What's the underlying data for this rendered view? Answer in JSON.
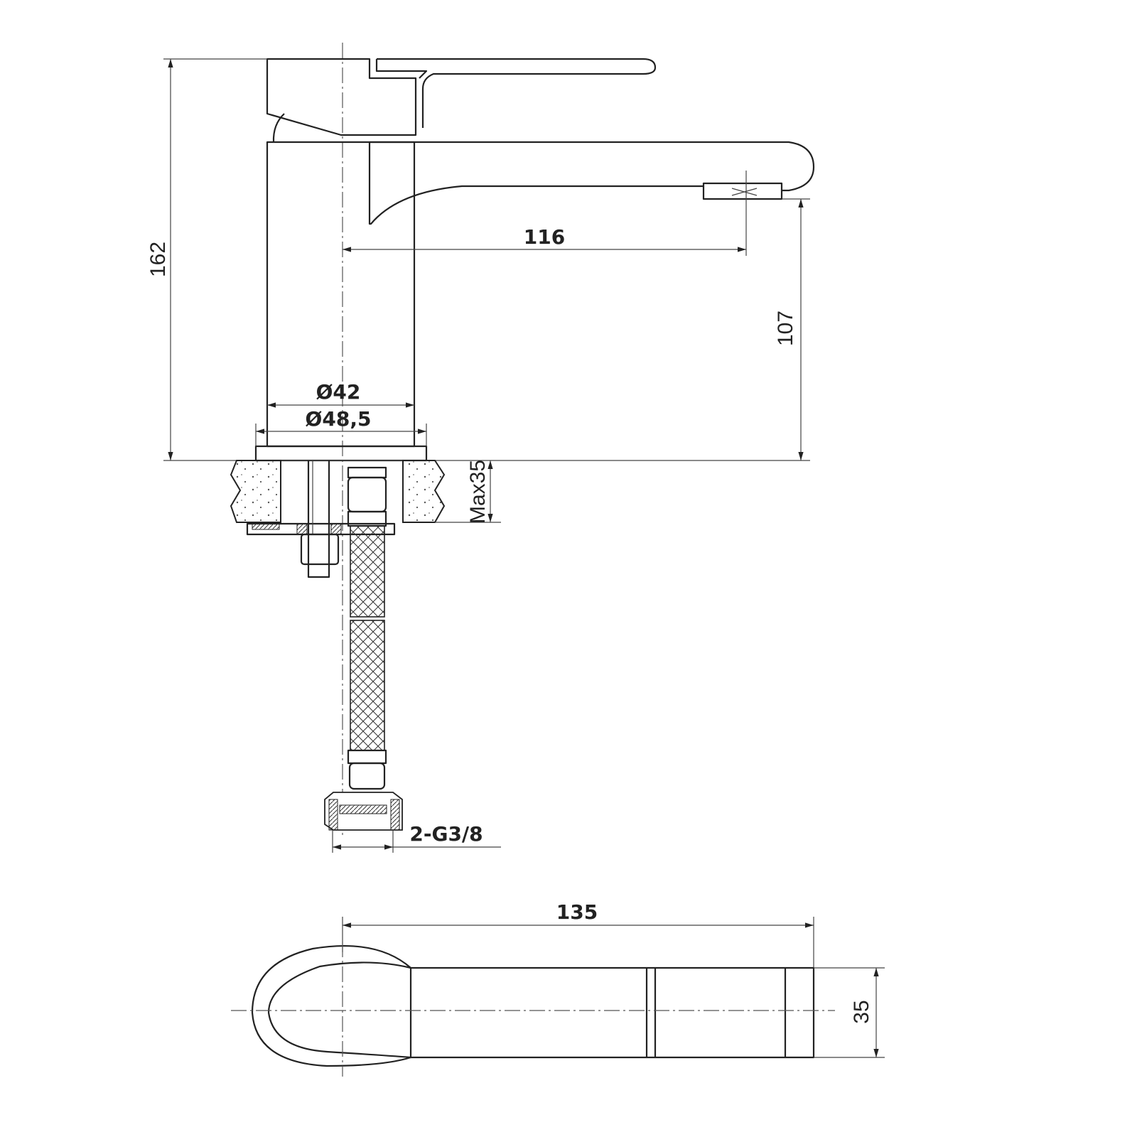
{
  "title": "Basin mixer dimensional drawing",
  "dimensions": {
    "total_height": "162",
    "spout_reach": "116",
    "spout_height": "107",
    "body_diameter": "Ø42",
    "base_diameter": "Ø48,5",
    "max_counter_thickness": "Max35",
    "connection": "2-G3/8",
    "top_length": "135",
    "top_width": "35"
  }
}
